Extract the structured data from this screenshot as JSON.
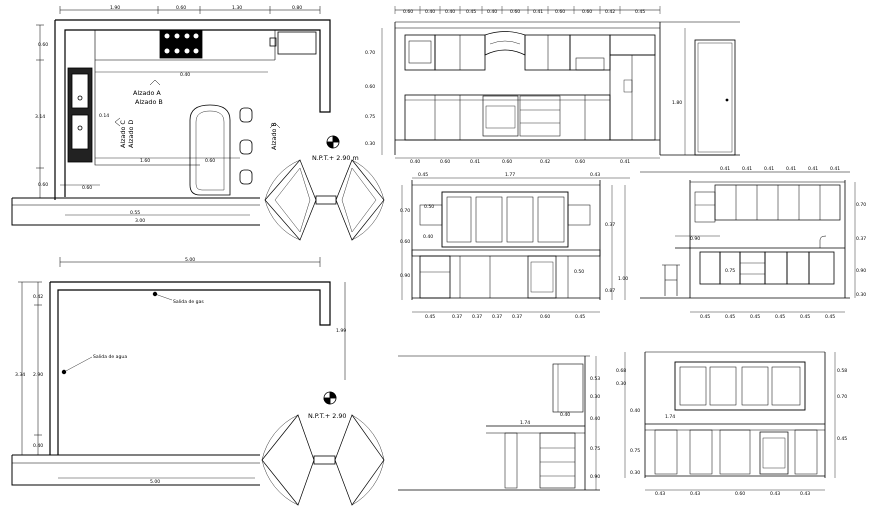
{
  "plan_top": {
    "dims_top": [
      "1.90",
      "0.60",
      "1.30",
      "0.80"
    ],
    "dims_left": [
      "0.60",
      "3.14",
      "0.60"
    ],
    "dim_inner_top": "0.40",
    "dim_inner_left": "0.14",
    "dims_mid": [
      "1.60",
      "0.60"
    ],
    "dims_bottom_inner": [
      "0.60"
    ],
    "dims_bottom": [
      "0.55",
      "3.00"
    ],
    "labels": {
      "alzado_a": "Alzado A",
      "alzado_b": "Alzado B",
      "alzado_c": "Alzado C",
      "alzado_d": "Alzado D"
    },
    "level": "N.P.T.+ 2.90 m"
  },
  "plan_bottom": {
    "dim_top": "5.00",
    "dims_left_outer": "3.34",
    "dims_left_inner": [
      "0.42",
      "2.90",
      "0.40"
    ],
    "dim_right": "1.99",
    "dim_bottom": "5.00",
    "gas_label": "Salida de gas",
    "water_label": "Salida de agua",
    "level": "N.P.T.+ 2.90"
  },
  "elev_a": {
    "dims_top": [
      "0.60",
      "0.40",
      "0.40",
      "0.45",
      "0.40",
      "0.60",
      "0.41",
      "0.60",
      "0.60",
      "0.42",
      "0.45"
    ],
    "dims_left": [
      "0.70",
      "0.60",
      "0.75",
      "0.30"
    ],
    "dims_bottom": [
      "0.40",
      "0.60",
      "0.41",
      "0.60",
      "0.42",
      "0.60",
      "0.41"
    ],
    "dim_right": "1.80"
  },
  "elev_b": {
    "dims_top": [
      "0.45",
      "1.77",
      "0.43"
    ],
    "dims_left": [
      "0.70",
      "0.40",
      "0.60",
      "0.90"
    ],
    "dims_right": [
      "0.50",
      "0.37",
      "0.50",
      "1.00",
      "0.87"
    ],
    "dims_bottom": [
      "0.45",
      "0.37",
      "0.37",
      "0.37",
      "0.37",
      "0.60",
      "0.45"
    ]
  },
  "elev_c": {
    "dims_top": [
      "0.41",
      "0.41",
      "0.41",
      "0.41",
      "0.41",
      "0.41"
    ],
    "dims_right": [
      "0.70",
      "0.37",
      "0.90",
      "0.30"
    ],
    "dim_counter": "0.90",
    "dim_inner": "0.75",
    "dims_bottom": [
      "0.45",
      "0.45",
      "0.45",
      "0.45",
      "0.45",
      "0.45"
    ]
  },
  "elev_d": {
    "dims_right": [
      "0.53",
      "0.30",
      "0.40",
      "0.75",
      "0.90"
    ],
    "dim_mid": "0.40",
    "dim_counter": "1.74"
  },
  "elev_e": {
    "dims_left": [
      "0.68",
      "0.30",
      "0.40",
      "0.75",
      "0.30"
    ],
    "dims_right": [
      "0.58",
      "0.70",
      "0.45"
    ],
    "dim_mid": "1.74",
    "dims_bottom": [
      "0.43",
      "0.43",
      "0.60",
      "0.43",
      "0.43"
    ]
  }
}
